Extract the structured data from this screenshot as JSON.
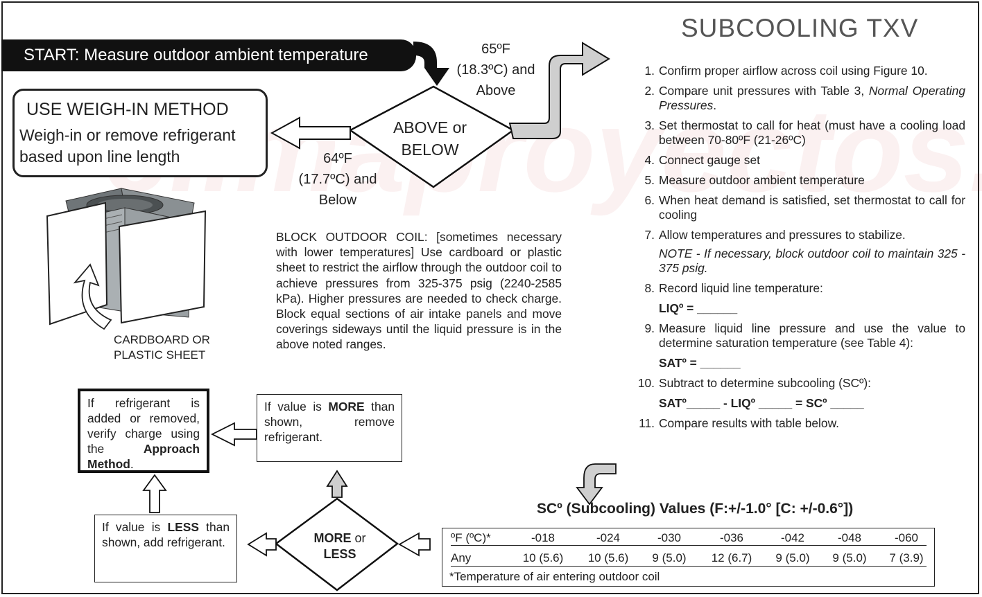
{
  "watermark": "climaproyectos.com",
  "start": {
    "label": "START: Measure outdoor ambient temperature"
  },
  "weigh": {
    "title": "USE WEIGH-IN METHOD",
    "body": "Weigh-in or remove refrigerant based upon line length"
  },
  "branch_high": {
    "line1": "65ºF",
    "line2": "(18.3ºC) and",
    "line3": "Above"
  },
  "branch_low": {
    "line1": "64ºF",
    "line2": "(17.7ºC) and",
    "line3": "Below"
  },
  "decision": {
    "line1": "ABOVE or",
    "line2": "BELOW"
  },
  "block_coil": {
    "text": "BLOCK OUTDOOR COIL: [sometimes necessary with lower temperatures] Use cardboard or plastic sheet to restrict the airflow through the outdoor coil to achieve pressures from 325-375 psig (2240-2585 kPa). Higher pressures are needed to check charge. Block equal sections of air intake panels and move coverings sideways until the liquid pressure is in the above noted ranges."
  },
  "cardboard": {
    "line1": "CARDBOARD OR",
    "line2": "PLASTIC SHEET"
  },
  "title": "SUBCOOLING TXV",
  "steps": {
    "s1": {
      "num": "1.",
      "text": "Confirm proper airflow across coil using Figure 10."
    },
    "s2": {
      "num": "2.",
      "pre": "Compare unit pressures with Table 3, ",
      "italic": "Normal Operating Pressures",
      "post": "."
    },
    "s3": {
      "num": "3.",
      "text": "Set thermostat to call for heat (must have a cooling load between 70-80ºF (21-26ºC)"
    },
    "s4": {
      "num": "4.",
      "text": "Connect gauge set"
    },
    "s5": {
      "num": "5.",
      "text": "Measure outdoor ambient temperature"
    },
    "s6": {
      "num": "6.",
      "text": "When heat demand is satisfied, set thermostat to call for cooling"
    },
    "s7": {
      "num": "7.",
      "text": "Allow temperatures and pressures to stabilize."
    },
    "note": "NOTE - If necessary, block outdoor coil to maintain 325 - 375 psig.",
    "s8": {
      "num": "8.",
      "text": "Record liquid line temperature:"
    },
    "liq": "LIQº = ______",
    "s9": {
      "num": "9.",
      "text": "Measure liquid line pressure and use the value to determine saturation temperature (see Table 4):"
    },
    "sat": "SATº = ______",
    "s10": {
      "num": "10.",
      "text": "Subtract to determine subcooling (SCº):"
    },
    "formula": "SATº_____ - LIQº _____ = SCº _____",
    "s11": {
      "num": "11.",
      "text": "Compare results with table below."
    }
  },
  "approach_box": {
    "pre": "If refrigerant is added or removed, verify charge using the ",
    "bold": "Approach Method",
    "post": "."
  },
  "more_box": {
    "pre": "If value is ",
    "bold": "MORE",
    "post": " than shown, remove refrigerant."
  },
  "less_box": {
    "pre": "If value is ",
    "bold": "LESS",
    "post": " than shown, add refrigerant."
  },
  "more_or_less": {
    "more": "MORE",
    "or": " or",
    "less": "LESS"
  },
  "sc_table": {
    "title": "SCº (Subcooling) Values (F:+/-1.0° [C: +/-0.6°])",
    "header_label": "ºF (ºC)*",
    "columns": [
      "-018",
      "-024",
      "-030",
      "-036",
      "-042",
      "-048",
      "-060"
    ],
    "row_label": "Any",
    "values": [
      "10 (5.6)",
      "10 (5.6)",
      "9 (5.0)",
      "12 (6.7)",
      "9 (5.0)",
      "9 (5.0)",
      "7 (3.9)"
    ],
    "footnote": "*Temperature of air entering outdoor coil"
  },
  "colors": {
    "arrow_fill": "#cfcfcf",
    "dark": "#111111",
    "title_gray": "#555555"
  }
}
